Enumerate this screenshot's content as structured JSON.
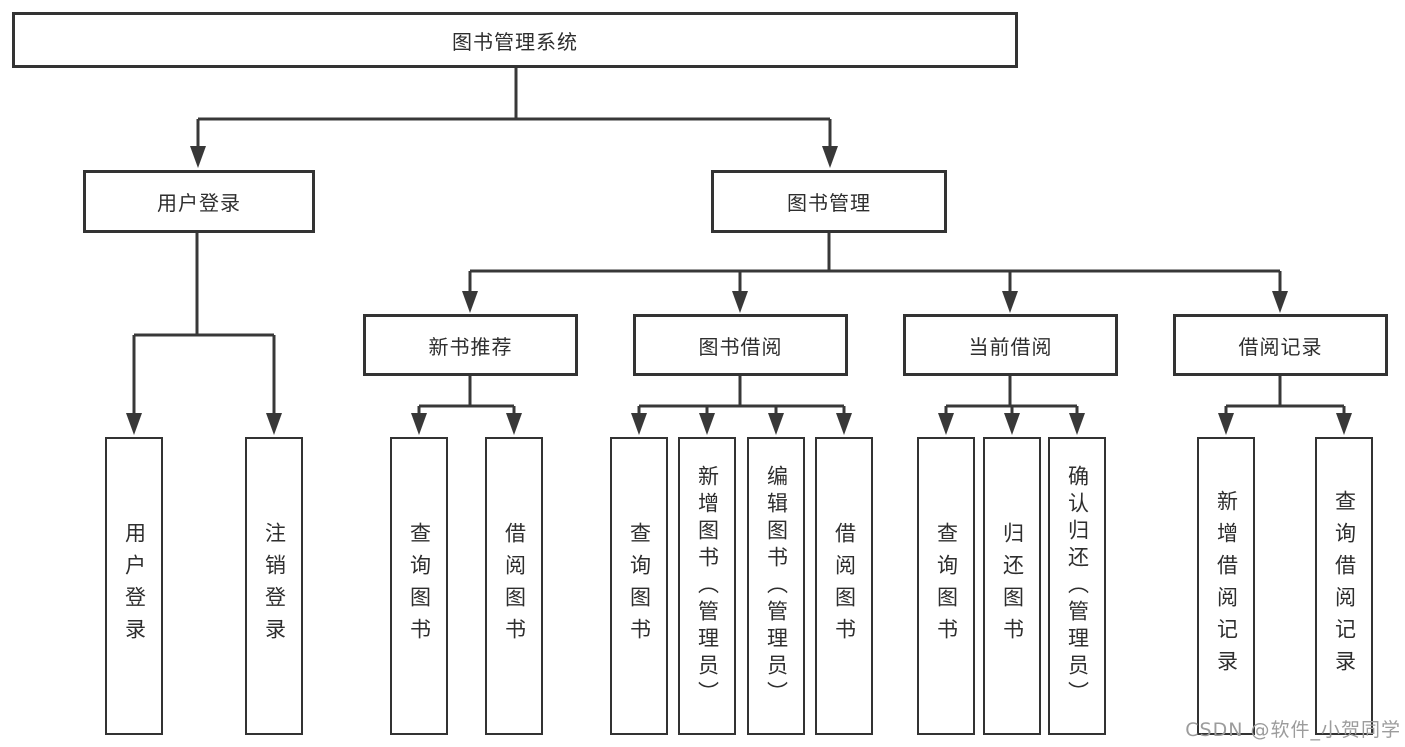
{
  "diagram": {
    "root": {
      "label": "图书管理系统"
    },
    "branches": {
      "user_login": {
        "label": "用户登录",
        "children": [
          "用户登录",
          "注销登录"
        ]
      },
      "book_management": {
        "label": "图书管理",
        "sections": {
          "new_book": {
            "label": "新书推荐",
            "children": [
              "查询图书",
              "借阅图书"
            ]
          },
          "borrow": {
            "label": "图书借阅",
            "children": [
              "查询图书",
              "新增图书（管理员）",
              "编辑图书（管理员）",
              "借阅图书"
            ]
          },
          "current": {
            "label": "当前借阅",
            "children": [
              "查询图书",
              "归还图书",
              "确认归还（管理员）"
            ]
          },
          "records": {
            "label": "借阅记录",
            "children": [
              "新增借阅记录",
              "查询借阅记录"
            ]
          }
        }
      }
    }
  },
  "watermark": "CSDN @软件_小贺同学",
  "colors": {
    "line": "#383838",
    "border": "#333333",
    "text": "#2e2e2e",
    "watermark": "#9c9c9c",
    "background": "#ffffff"
  }
}
